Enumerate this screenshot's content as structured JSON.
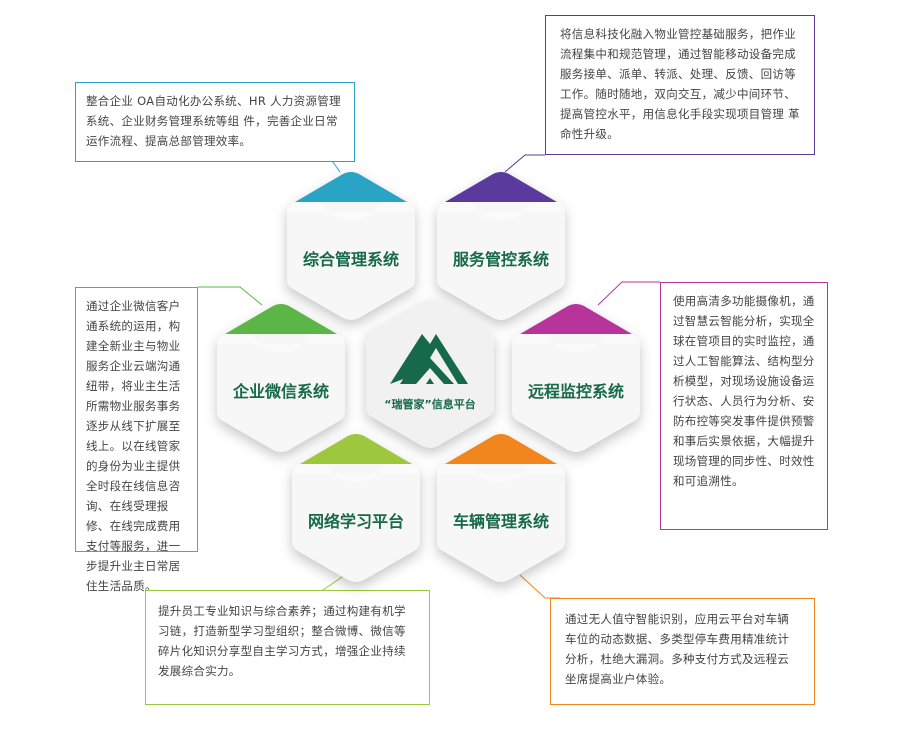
{
  "center": {
    "brand": "“瑞管家”信息平台",
    "logo": "mountain-logo-icon"
  },
  "modules": [
    {
      "label": "综合管理系统",
      "color": "#2aa4c4",
      "desc": "整合企业 OA自动化办公系统、HR 人力资源管理系统、企业财务管理系统等组 件，完善企业日常运作流程、提高总部管理效率。"
    },
    {
      "label": "服务管控系统",
      "color": "#5a3a9c",
      "desc": "将信息科技化融入物业管控基础服务，把作业流程集中和规范管理，通过智能移动设备完成服务接单、派单、转派、处理、反馈、回访等工作。随时随地，双向交互，减少中间环节、提高管控水平，用信息化手段实现项目管理 革命性升级。"
    },
    {
      "label": "企业微信系统",
      "color": "#5cb547",
      "desc": "通过企业微信客户通系统的运用，构建全新业主与物业服务企业云端沟通纽带，将业主生活所需物业服务事务逐步从线下扩展至线上。以在线管家的身份为业主提供全时段在线信息咨询、在线受理报修、在线完成费用支付等服务，进一步提升业主日常居住生活品质。"
    },
    {
      "label": "远程监控系统",
      "color": "#b7349b",
      "desc": "使用高清多功能摄像机，通过智慧云智能分析，实现全球在管项目的实时监控，通过人工智能算法、结构型分析模型，对现场设施设备运行状态、人员行为分析、安防布控等突发事件提供预警和事后实景依据，大幅提升现场管理的同步性、时效性和可追溯性。"
    },
    {
      "label": "网络学习平台",
      "color": "#9dc73c",
      "desc": "提升员工专业知识与综合素养；通过构建有机学习链，打造新型学习型组织；整合微博、微信等碎片化知识分享型自主学习方式，增强企业持续发展综合实力。"
    },
    {
      "label": "车辆管理系统",
      "color": "#f0861d",
      "desc": "通过无人值守智能识别，应用云平台对车辆车位的动态数据、多类型停车费用精准统计分析，杜绝大漏洞。多种支付方式及远程云坐席提高业户体验。"
    }
  ]
}
